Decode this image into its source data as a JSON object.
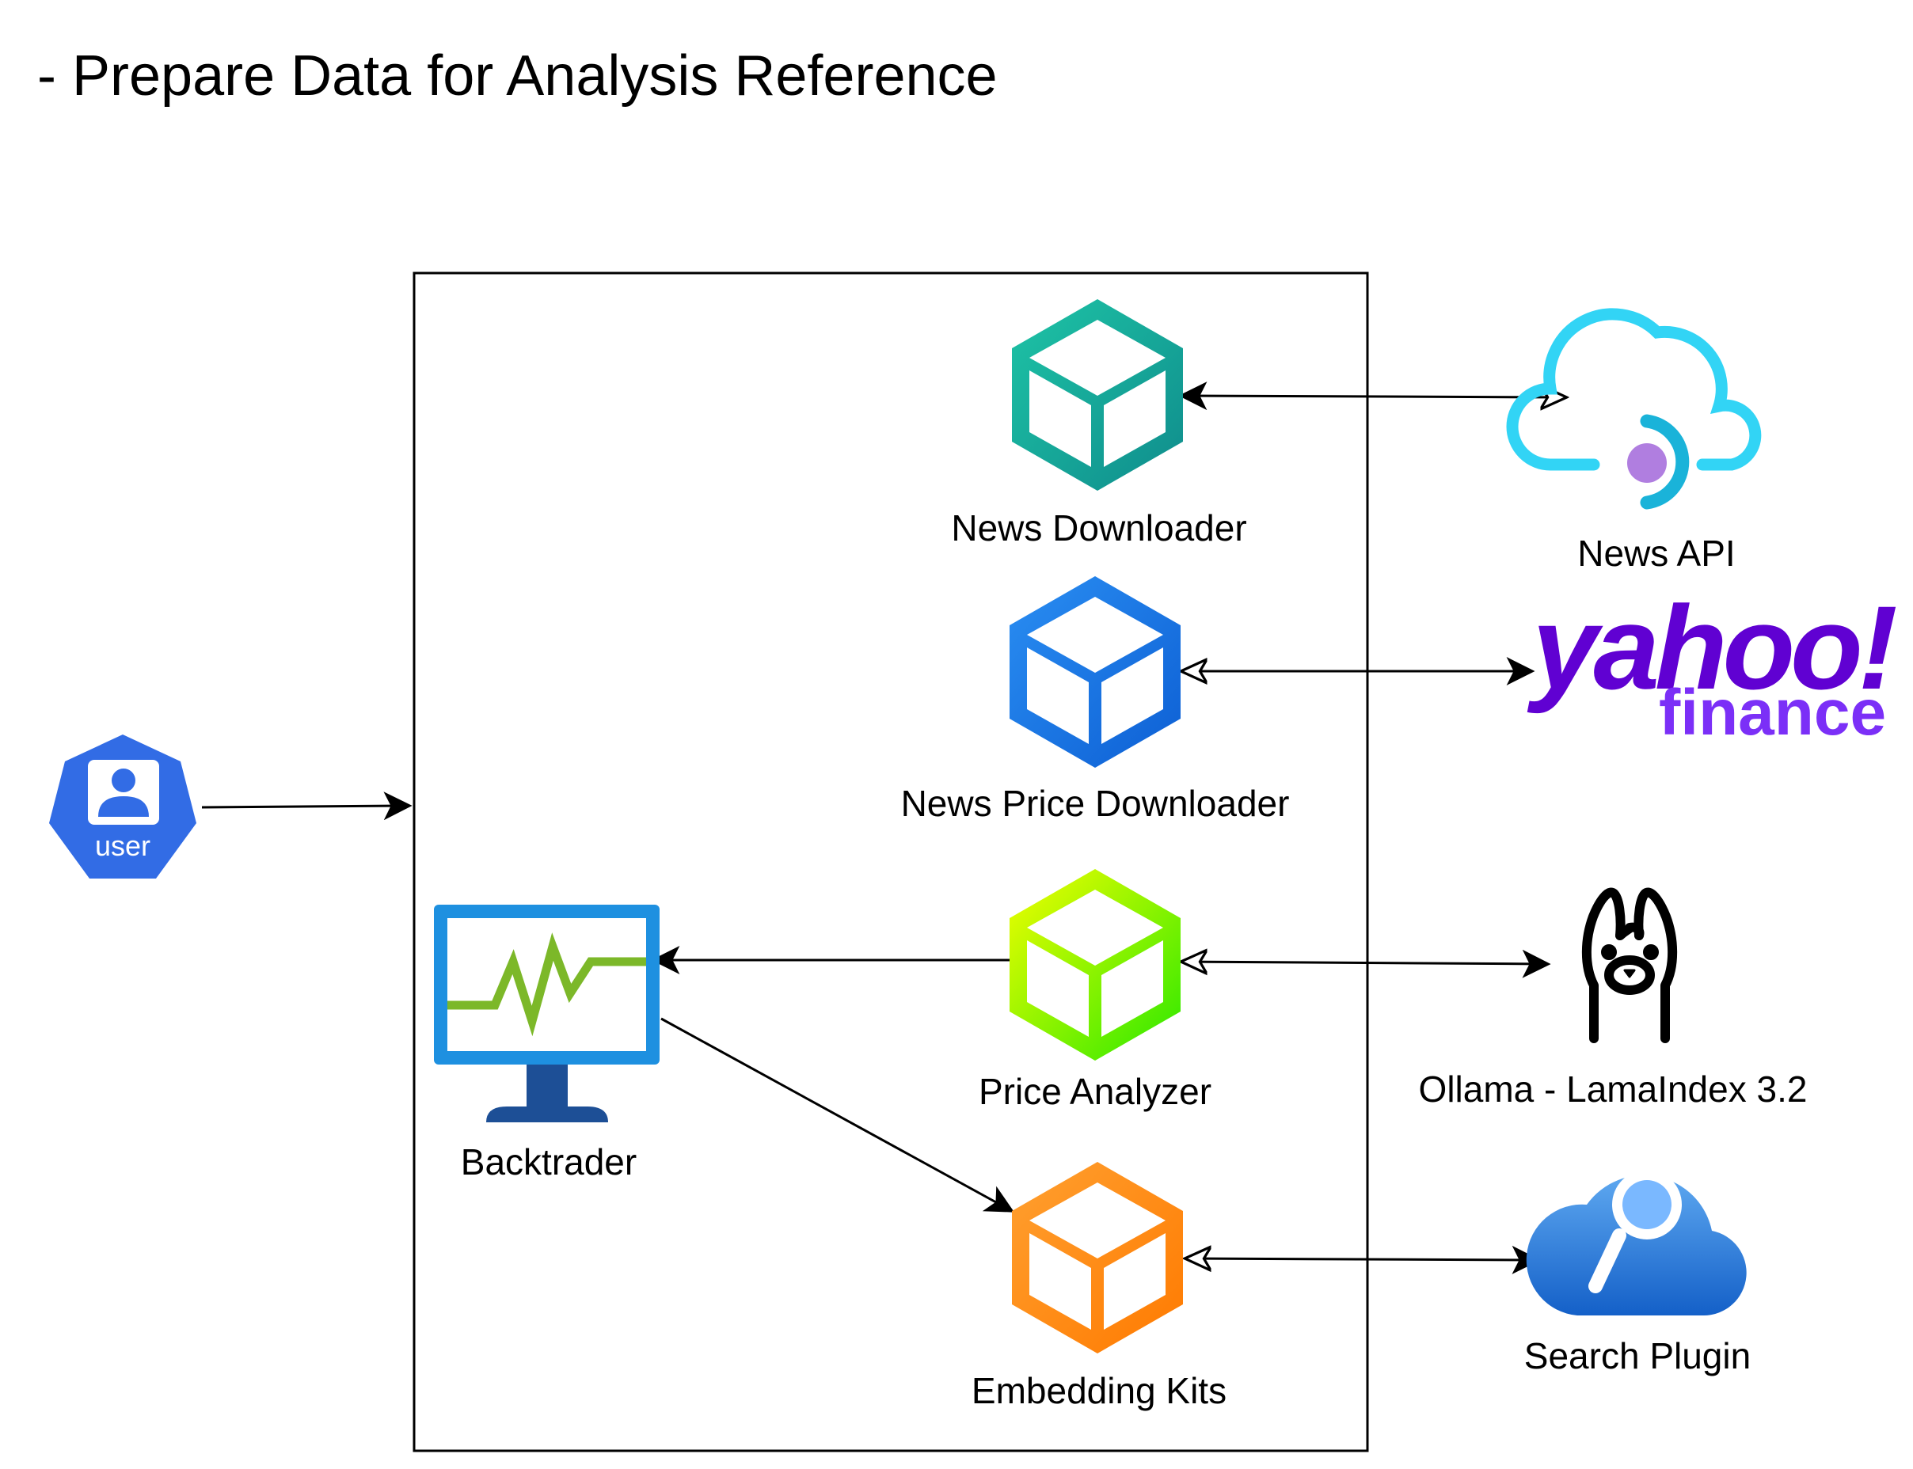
{
  "title": "- Prepare Data for Analysis Reference",
  "user_label": "user",
  "components": {
    "news_downloader": "News Downloader",
    "news_price_downloader": "News Price Downloader",
    "price_analyzer": "Price Analyzer",
    "embedding_kits": "Embedding Kits",
    "backtrader": "Backtrader"
  },
  "external": {
    "news_api": "News API",
    "yahoo_top": "yahoo!",
    "yahoo_bottom": "finance",
    "ollama": "Ollama - LamaIndex 3.2",
    "search_plugin": "Search Plugin"
  },
  "colors": {
    "teal": "#1aab9b",
    "blue": "#1e74e0",
    "green": "#7ed321",
    "orange": "#ff8c1a",
    "yahoo_purple": "#6001d2",
    "user_blue": "#326ce5",
    "cloud_cyan": "#32d4f5"
  }
}
